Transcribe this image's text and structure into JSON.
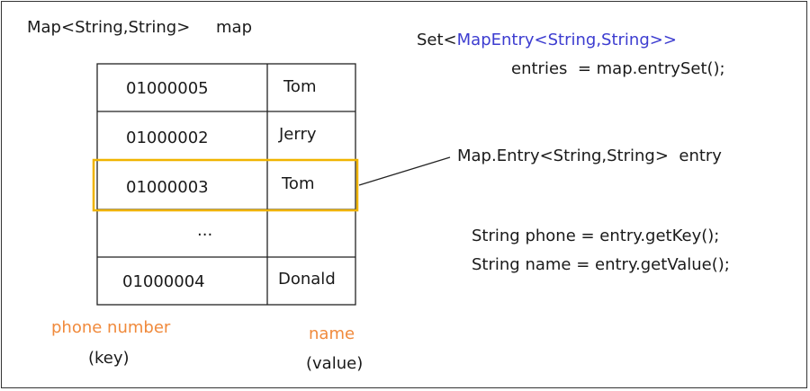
{
  "map_declaration": {
    "type": "Map<String,String>",
    "var": "map"
  },
  "table": {
    "rows": [
      {
        "key": "01000005",
        "value": "Tom"
      },
      {
        "key": "01000002",
        "value": "Jerry"
      },
      {
        "key": "01000003",
        "value": "Tom",
        "highlighted": true
      },
      {
        "key": "...",
        "value": ""
      },
      {
        "key": "01000004",
        "value": "Donald"
      }
    ],
    "highlight_color": "#f0b400"
  },
  "key_caption": {
    "label": "phone number",
    "sub": "(key)"
  },
  "value_caption": {
    "label": "name",
    "sub": "(value)"
  },
  "set_decl": {
    "prefix": "Set<",
    "entry_type": "MapEntry<String,String>",
    "suffix": ">",
    "line2": "entries  = map.entrySet();"
  },
  "entry_decl": "Map.Entry<String,String>  entry",
  "code_lines": [
    "String phone = entry.getKey();",
    "String name = entry.getValue();"
  ],
  "colors": {
    "accent_blue": "#3c3cd0",
    "caption_orange": "#f08a3c"
  }
}
